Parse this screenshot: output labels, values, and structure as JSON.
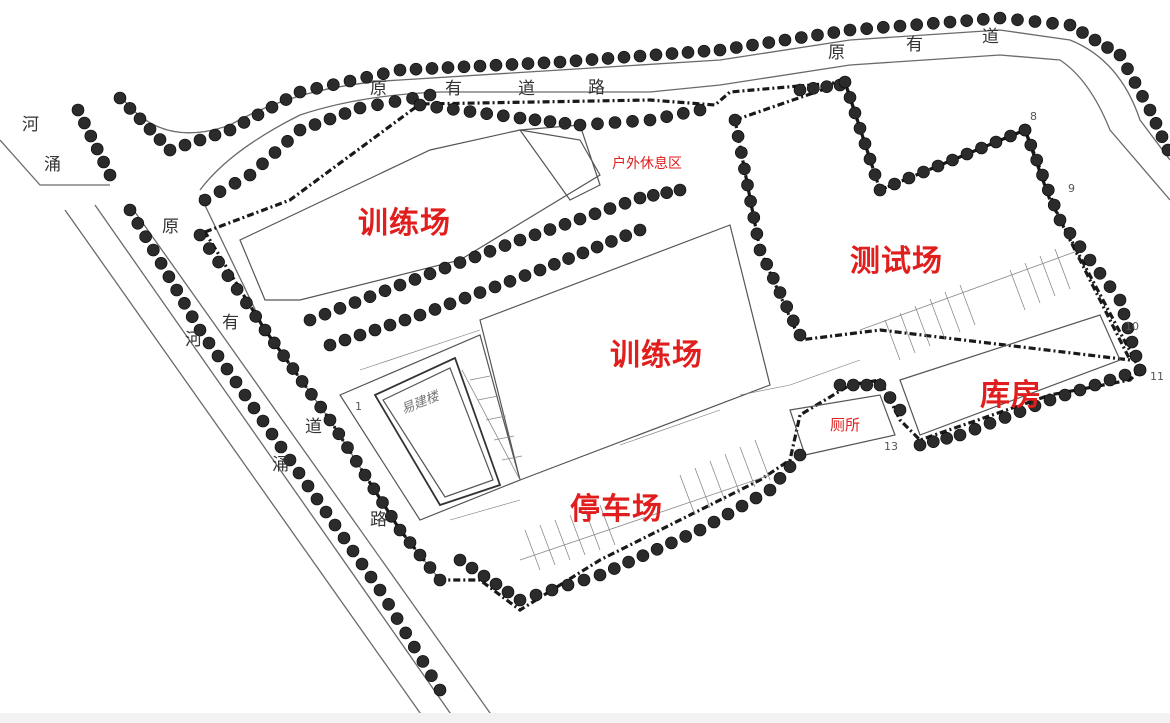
{
  "zones": {
    "training_north": "训练场",
    "training_center": "训练场",
    "test_field": "测试场",
    "parking": "停车场",
    "warehouse": "库房",
    "toilet": "厕所",
    "rest_area": "户外休息区"
  },
  "road_labels": {
    "north_road": [
      "原",
      "有",
      "道",
      "路"
    ],
    "north_road_east": [
      "原",
      "有",
      "道"
    ],
    "west_road": [
      "原",
      "有",
      "道",
      "路"
    ],
    "creek_nw": [
      "河",
      "涌"
    ],
    "creek_west": [
      "河",
      "涌"
    ]
  },
  "building_note": "易建楼",
  "grid_numbers": [
    "1",
    "8",
    "9",
    "10",
    "11",
    "13"
  ],
  "colors": {
    "zone_label": "#e01e1e",
    "tree": "#2b2b2b",
    "boundary": "#1a1a1a"
  }
}
